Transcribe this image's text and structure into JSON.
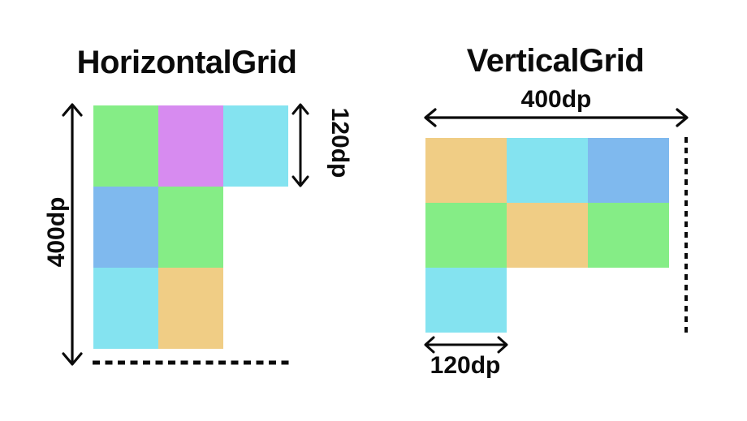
{
  "page": {
    "background": "#ffffff",
    "ink": "#0b0b0b"
  },
  "colors": {
    "green": "#85ED86",
    "magenta": "#D78BF0",
    "cyan": "#84E3F0",
    "blue": "#7FB9EE",
    "orange": "#F0CD85"
  },
  "horizontal_grid": {
    "title": "HorizontalGrid",
    "height_label": "400dp",
    "item_size_label": "120dp",
    "cells": [
      {
        "row": 0,
        "col": 0,
        "color": "green"
      },
      {
        "row": 0,
        "col": 1,
        "color": "magenta"
      },
      {
        "row": 0,
        "col": 2,
        "color": "cyan"
      },
      {
        "row": 1,
        "col": 0,
        "color": "blue"
      },
      {
        "row": 1,
        "col": 1,
        "color": "green"
      },
      {
        "row": 2,
        "col": 0,
        "color": "cyan"
      },
      {
        "row": 2,
        "col": 1,
        "color": "orange"
      }
    ]
  },
  "vertical_grid": {
    "title": "VerticalGrid",
    "width_label": "400dp",
    "item_size_label": "120dp",
    "cells": [
      {
        "row": 0,
        "col": 0,
        "color": "orange"
      },
      {
        "row": 0,
        "col": 1,
        "color": "cyan"
      },
      {
        "row": 0,
        "col": 2,
        "color": "blue"
      },
      {
        "row": 1,
        "col": 0,
        "color": "green"
      },
      {
        "row": 1,
        "col": 1,
        "color": "orange"
      },
      {
        "row": 1,
        "col": 2,
        "color": "green"
      },
      {
        "row": 2,
        "col": 0,
        "color": "cyan"
      }
    ]
  }
}
